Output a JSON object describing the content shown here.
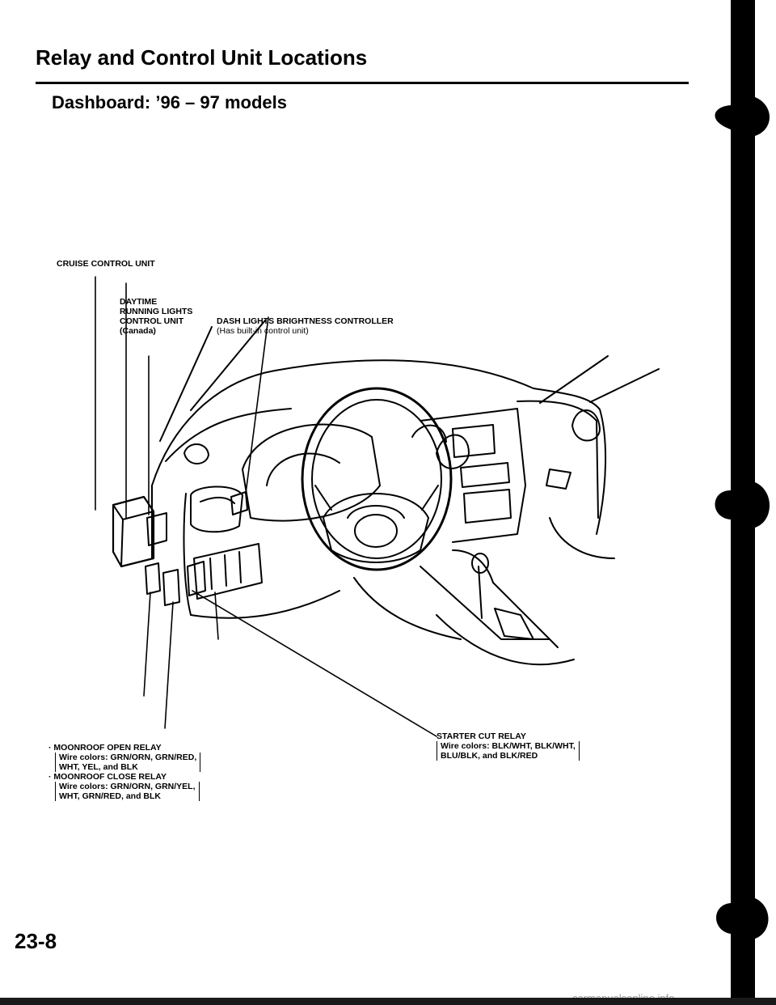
{
  "header": {
    "title": "Relay and Control Unit Locations",
    "section": "Dashboard: ’96 – 97 models"
  },
  "labels": {
    "cruise_control_unit": "CRUISE CONTROL UNIT",
    "drl_line1": "DAYTIME",
    "drl_line2": "RUNNING LIGHTS",
    "drl_line3": "CONTROL UNIT",
    "drl_line4": "(Canada)",
    "dash_controller": "DASH LIGHTS BRIGHTNESS CONTROLLER",
    "dash_controller_note": "(Has built-in control unit)",
    "starter_cut_relay": "STARTER CUT RELAY",
    "starter_wire_line1": "Wire colors: BLK/WHT, BLK/WHT,",
    "starter_wire_line2": "BLU/BLK, and BLK/RED",
    "moonroof_open_relay": "· MOONROOF OPEN RELAY",
    "moonroof_open_wire_line1": "Wire colors: GRN/ORN, GRN/RED,",
    "moonroof_open_wire_line2": "WHT, YEL, and BLK",
    "moonroof_close_relay": "· MOONROOF CLOSE RELAY",
    "moonroof_close_wire_line1": "Wire colors: GRN/ORN, GRN/YEL,",
    "moonroof_close_wire_line2": "WHT, GRN/RED, and BLK"
  },
  "footer": {
    "page_number": "23-8",
    "watermark": "carmanualsonline.info"
  }
}
